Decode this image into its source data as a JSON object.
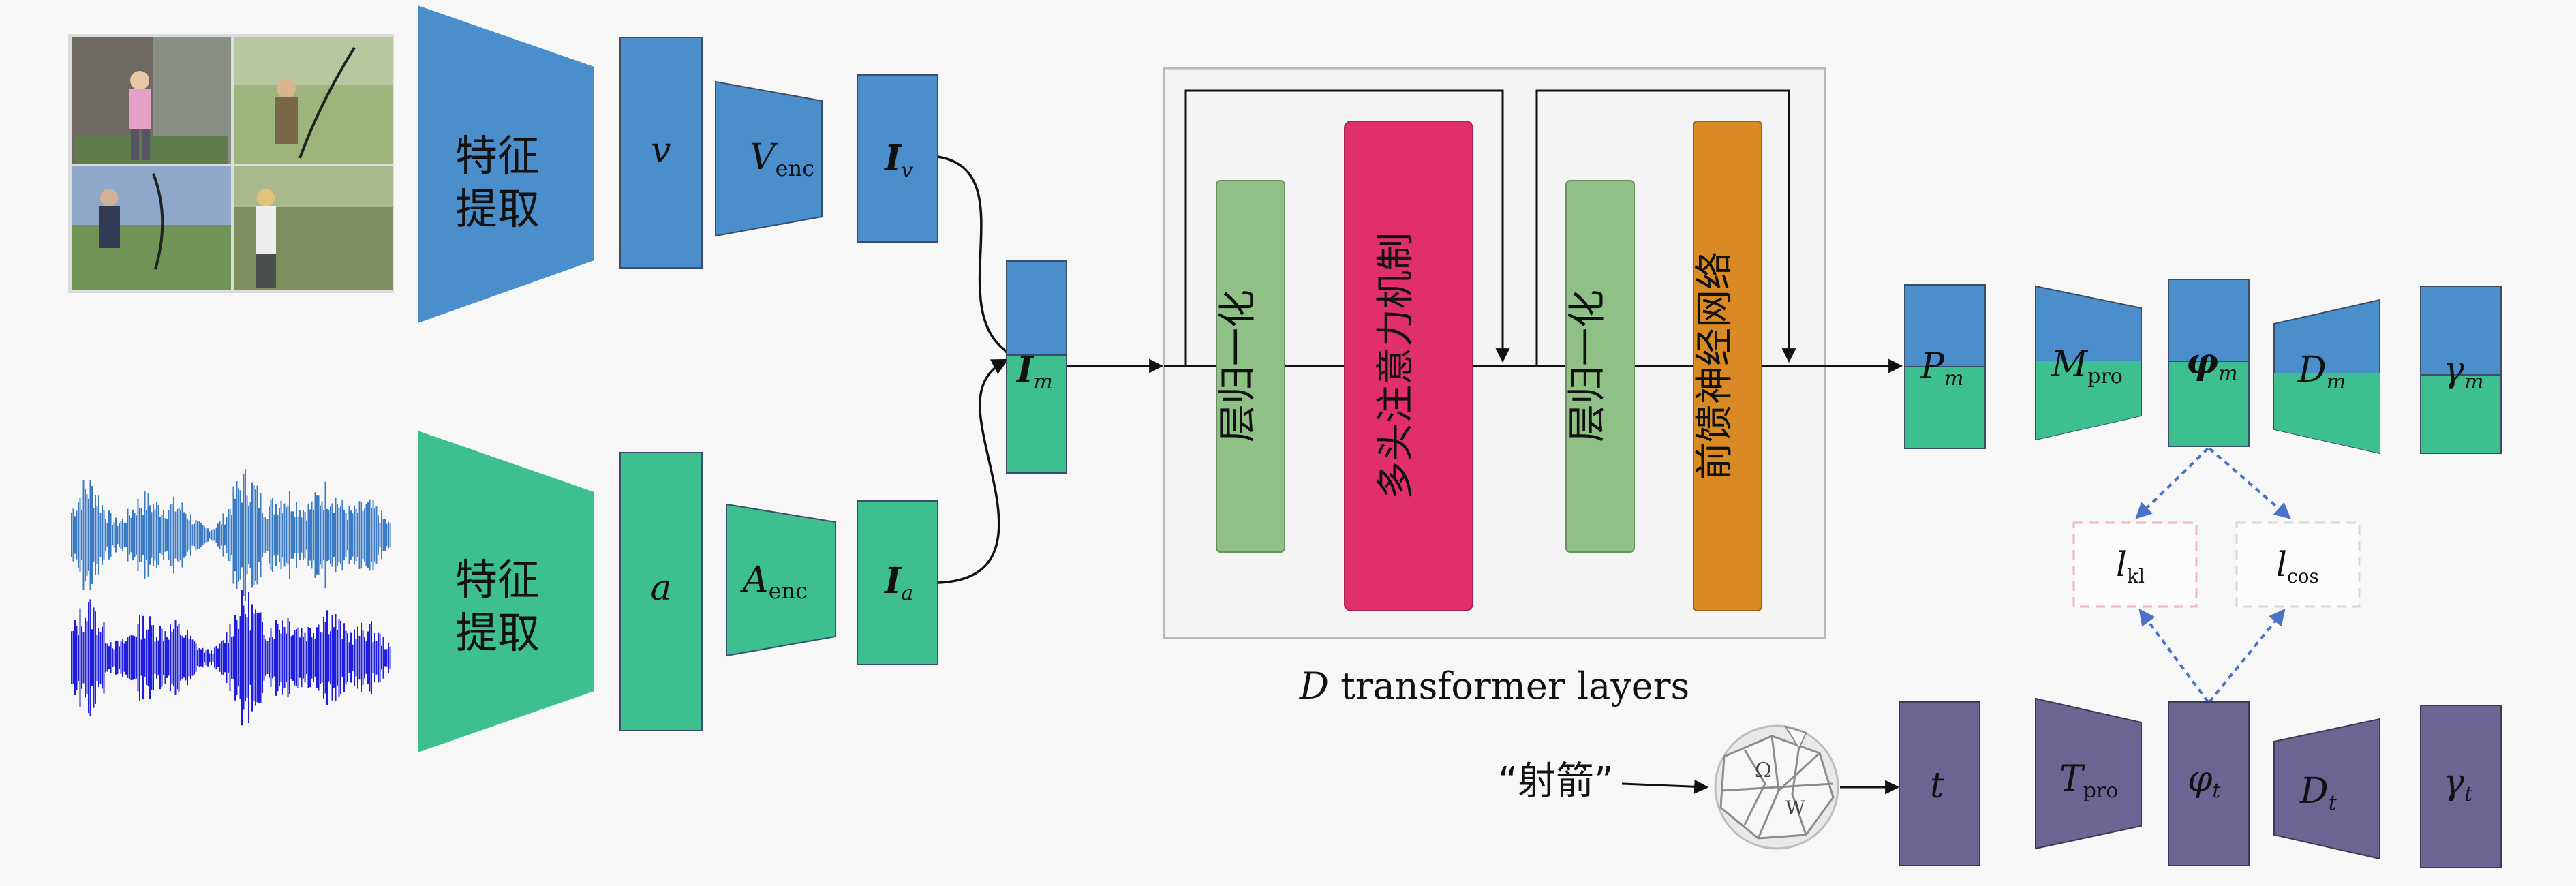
{
  "colors": {
    "blue": "#4a8fcc",
    "green": "#3dbf90",
    "purple": "#6e6494",
    "pink": "#e02f6c",
    "orange": "#d98a24",
    "lightgreen": "#8fc086",
    "border": "#3a4e6a",
    "background": "#f7f7f7",
    "dashed_blue": "#4a72c8",
    "dashed_pink": "#f1b5c6"
  },
  "video_branch": {
    "images_alt": "archery video frames",
    "extractor": "特征\n提取",
    "feature": "v",
    "encoder": "V",
    "encoder_sub": "enc",
    "output": "I",
    "output_sub": "v"
  },
  "audio_branch": {
    "waveforms_alt": "audio waveforms",
    "extractor": "特征\n提取",
    "feature": "a",
    "encoder": "A",
    "encoder_sub": "enc",
    "output": "I",
    "output_sub": "a"
  },
  "fusion": {
    "label": "I",
    "sub": "m"
  },
  "transformer": {
    "layer_norm_1": "层归一化",
    "attention": "多头注意力机制",
    "layer_norm_2": "层归一化",
    "ffn": "前馈神经网络",
    "caption_var": "D",
    "caption_text": " transformer layers"
  },
  "multimodal_head": {
    "p": {
      "label": "P",
      "sub": "m"
    },
    "proj": {
      "label": "M",
      "sub": "pro"
    },
    "phi": {
      "label": "φ",
      "sub": "m"
    },
    "decoder": {
      "label": "D",
      "sub": "m"
    },
    "gamma": {
      "label": "γ",
      "sub": "m"
    }
  },
  "losses": {
    "kl": {
      "label": "l",
      "sub": "kl"
    },
    "cos": {
      "label": "l",
      "sub": "cos"
    }
  },
  "text_branch": {
    "query": "“射箭”",
    "source_icon": "wikipedia-globe-icon",
    "t": {
      "label": "t"
    },
    "proj": {
      "label": "T",
      "sub": "pro"
    },
    "phi": {
      "label": "φ",
      "sub": "t"
    },
    "decoder": {
      "label": "D",
      "sub": "t"
    },
    "gamma": {
      "label": "γ",
      "sub": "t"
    }
  }
}
